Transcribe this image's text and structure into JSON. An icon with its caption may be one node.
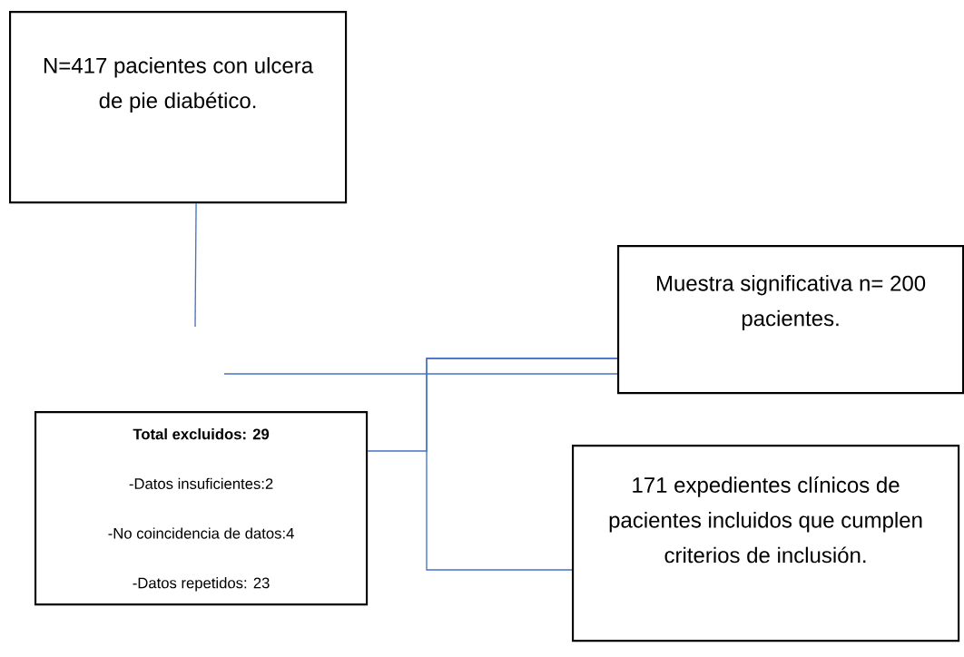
{
  "diagram": {
    "nodes": [
      {
        "text": [
          "N=417 pacientes con ulcera de pie diabético."
        ]
      },
      {
        "text": [
          "Muestra significativa n= 200 pacientes."
        ]
      },
      {
        "text": [
          "Total excluidos: 29",
          "-Datos insuficientes:2",
          "-No coincidencia de datos:4",
          "-Datos repetidos: 23"
        ]
      },
      {
        "text": [
          "171 expedientes clínicos de pacientes incluidos que cumplen criterios de inclusión."
        ]
      }
    ],
    "edges": [
      {
        "from": 0,
        "to": null,
        "arrow": "none"
      },
      {
        "from": null,
        "to": 1,
        "arrow": "none"
      },
      {
        "from": 1,
        "to": 2,
        "arrow": "none"
      },
      {
        "from": 1,
        "to": 3,
        "arrow": "none"
      }
    ]
  }
}
